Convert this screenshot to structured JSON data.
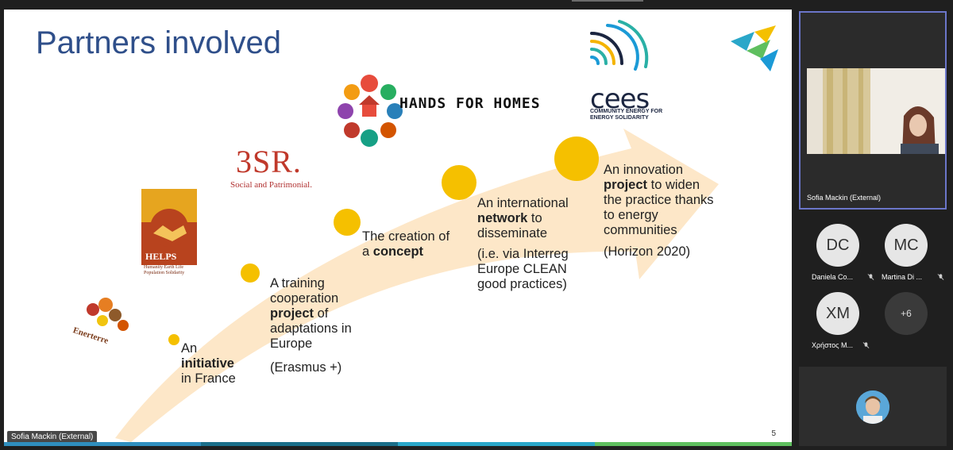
{
  "slide": {
    "title": "Partners involved",
    "number": "5",
    "presenter_label": "Sofia Mackin (External)",
    "logos": {
      "three_sr": "3SR.",
      "three_sr_sub": "Social and Patrimonial.",
      "hands_for_homes": "HANDS FOR HOMES",
      "cees": "cees",
      "cees_sub_1": "COMMUNITY ENERGY FOR",
      "cees_sub_2": "ENERGY SOLIDARITY",
      "enerterre": "Enerterre"
    },
    "steps": [
      {
        "pre": "An",
        "bold": "initiative",
        "post": "in France",
        "extra": ""
      },
      {
        "pre": "A training cooperation",
        "bold": "project",
        "post": "of adaptations in Europe",
        "extra": "(Erasmus +)"
      },
      {
        "pre": "The creation of a",
        "bold": "concept",
        "post": "",
        "extra": ""
      },
      {
        "pre": "An international",
        "bold": "network",
        "post": "to disseminate",
        "extra": "(i.e. via Interreg Europe CLEAN good practices)"
      },
      {
        "pre": "An innovation",
        "bold": "project",
        "post": "to widen the practice thanks to energy communities",
        "extra": "(Horizon 2020)"
      }
    ],
    "colors": {
      "title": "#2f4f8a",
      "dot": "#f5c000",
      "arrow": "#fde7c8"
    }
  },
  "sidebar": {
    "main_participant": "Sofia Mackin (External)",
    "participants": [
      {
        "initials": "DC",
        "name": "Daniela Co..."
      },
      {
        "initials": "MC",
        "name": "Martina Di ..."
      },
      {
        "initials": "XM",
        "name": "Χρήστος Μ..."
      }
    ],
    "more": "+6"
  }
}
